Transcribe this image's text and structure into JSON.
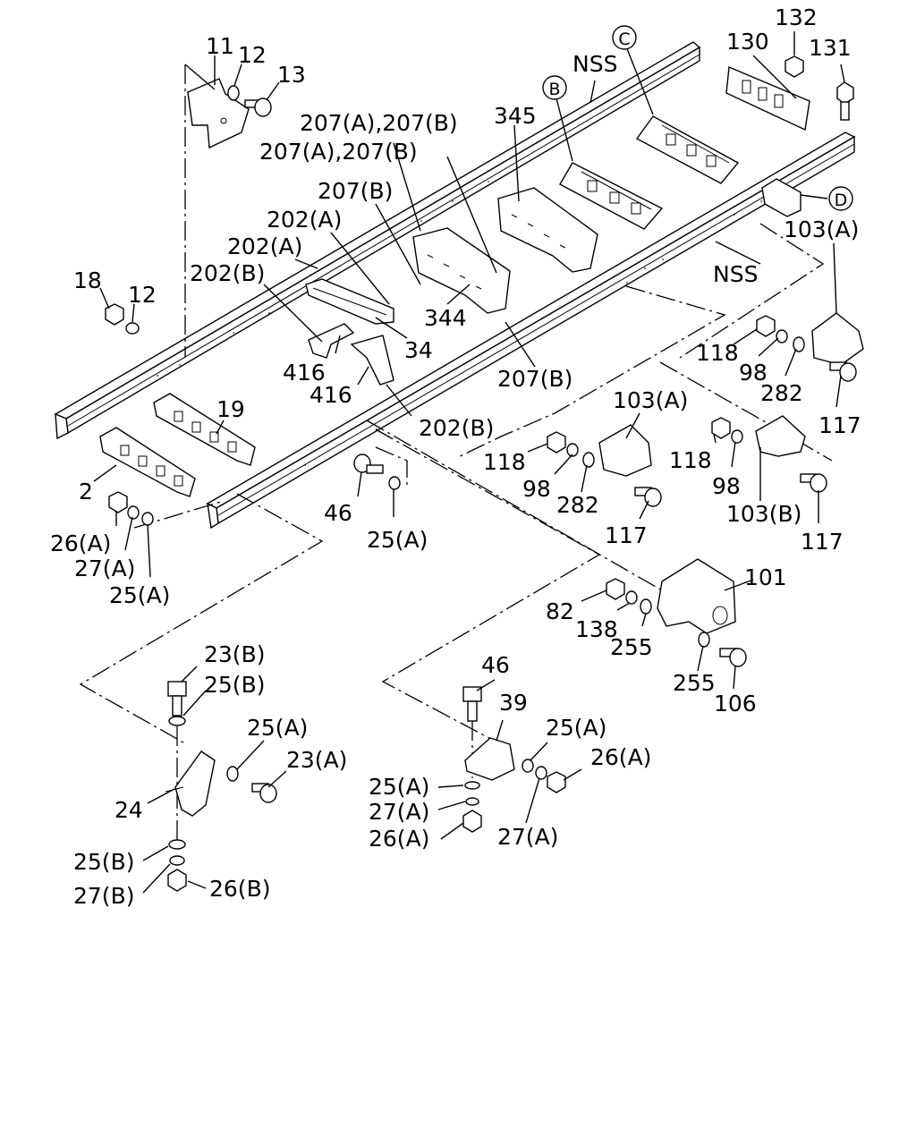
{
  "diagram": {
    "labels": [
      {
        "id": "l11",
        "text": "11"
      },
      {
        "id": "l12a",
        "text": "12"
      },
      {
        "id": "l13",
        "text": "13"
      },
      {
        "id": "l18",
        "text": "18"
      },
      {
        "id": "l12b",
        "text": "12"
      },
      {
        "id": "l207ab1",
        "text": "207(A),207(B)"
      },
      {
        "id": "l207ab2",
        "text": "207(A),207(B)"
      },
      {
        "id": "l207b1",
        "text": "207(B)"
      },
      {
        "id": "l202a1",
        "text": "202(A)"
      },
      {
        "id": "l202a2",
        "text": "202(A)"
      },
      {
        "id": "l202b1",
        "text": "202(B)"
      },
      {
        "id": "l345",
        "text": "345"
      },
      {
        "id": "l344",
        "text": "344"
      },
      {
        "id": "l34",
        "text": "34"
      },
      {
        "id": "l416a",
        "text": "416"
      },
      {
        "id": "l416b",
        "text": "416"
      },
      {
        "id": "l202b2",
        "text": "202(B)"
      },
      {
        "id": "l207b2",
        "text": "207(B)"
      },
      {
        "id": "lnss1",
        "text": "NSS"
      },
      {
        "id": "lnss2",
        "text": "NSS"
      },
      {
        "id": "l130",
        "text": "130"
      },
      {
        "id": "l132",
        "text": "132"
      },
      {
        "id": "l131",
        "text": "131"
      },
      {
        "id": "l103a1",
        "text": "103(A)"
      },
      {
        "id": "l118a",
        "text": "118"
      },
      {
        "id": "l98a",
        "text": "98"
      },
      {
        "id": "l282a",
        "text": "282"
      },
      {
        "id": "l117a",
        "text": "117"
      },
      {
        "id": "l103a2",
        "text": "103(A)"
      },
      {
        "id": "l118b",
        "text": "118"
      },
      {
        "id": "l98b",
        "text": "98"
      },
      {
        "id": "l282b",
        "text": "282"
      },
      {
        "id": "l117b",
        "text": "117"
      },
      {
        "id": "l118c",
        "text": "118"
      },
      {
        "id": "l98c",
        "text": "98"
      },
      {
        "id": "l103b",
        "text": "103(B)"
      },
      {
        "id": "l117c",
        "text": "117"
      },
      {
        "id": "l19",
        "text": "19"
      },
      {
        "id": "l2",
        "text": "2"
      },
      {
        "id": "l26a1",
        "text": "26(A)"
      },
      {
        "id": "l27a1",
        "text": "27(A)"
      },
      {
        "id": "l25a1",
        "text": "25(A)"
      },
      {
        "id": "l46a",
        "text": "46"
      },
      {
        "id": "l25a2",
        "text": "25(A)"
      },
      {
        "id": "l101",
        "text": "101"
      },
      {
        "id": "l82",
        "text": "82"
      },
      {
        "id": "l138",
        "text": "138"
      },
      {
        "id": "l255a",
        "text": "255"
      },
      {
        "id": "l255b",
        "text": "255"
      },
      {
        "id": "l106",
        "text": "106"
      },
      {
        "id": "l23b",
        "text": "23(B)"
      },
      {
        "id": "l25b1",
        "text": "25(B)"
      },
      {
        "id": "l25a3",
        "text": "25(A)"
      },
      {
        "id": "l23a",
        "text": "23(A)"
      },
      {
        "id": "l24",
        "text": "24"
      },
      {
        "id": "l25b2",
        "text": "25(B)"
      },
      {
        "id": "l27b",
        "text": "27(B)"
      },
      {
        "id": "l26b",
        "text": "26(B)"
      },
      {
        "id": "l46b",
        "text": "46"
      },
      {
        "id": "l39",
        "text": "39"
      },
      {
        "id": "l25a4",
        "text": "25(A)"
      },
      {
        "id": "l26a2",
        "text": "26(A)"
      },
      {
        "id": "l25a5",
        "text": "25(A)"
      },
      {
        "id": "l27a2",
        "text": "27(A)"
      },
      {
        "id": "l26a3",
        "text": "26(A)"
      },
      {
        "id": "l27a3",
        "text": "27(A)"
      }
    ],
    "callouts": [
      {
        "id": "cC",
        "text": "C"
      },
      {
        "id": "cB",
        "text": "B"
      },
      {
        "id": "cD",
        "text": "D"
      }
    ]
  }
}
